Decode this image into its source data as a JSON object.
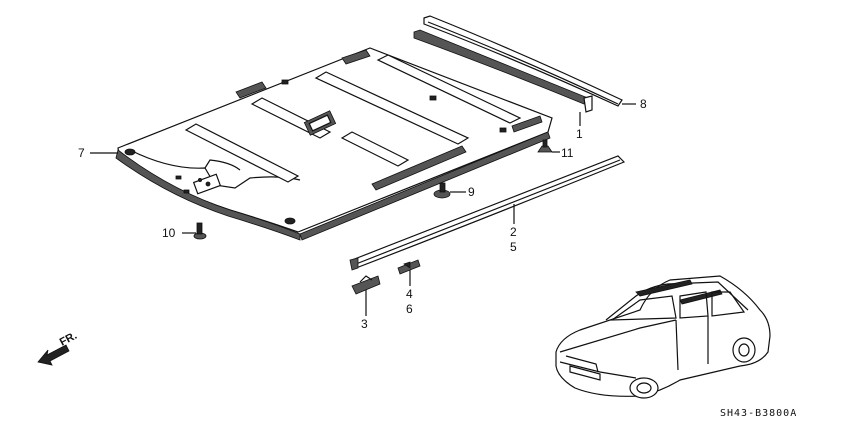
{
  "callouts": {
    "c1": "1",
    "c2": "2",
    "c3": "3",
    "c4": "4",
    "c5": "5",
    "c6": "6",
    "c7": "7",
    "c8": "8",
    "c9": "9",
    "c10": "10",
    "c11": "11"
  },
  "direction_label": "FR.",
  "diagram_code": "SH43-B3800A"
}
